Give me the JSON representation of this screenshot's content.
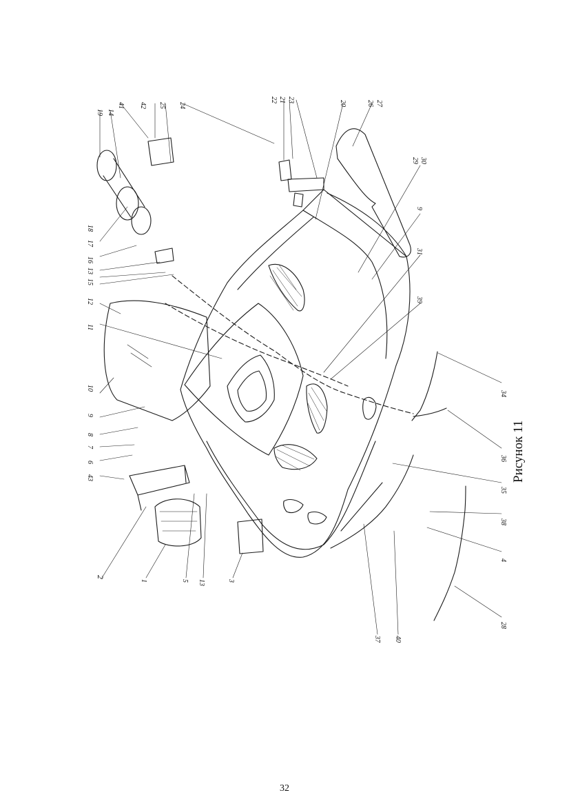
{
  "figure": {
    "caption": "Рисунок 11",
    "page_number": "32",
    "callouts_left": [
      "19",
      "14",
      "41",
      "42",
      "25",
      "24",
      "22",
      "21",
      "23",
      "20",
      "26",
      "27",
      "29",
      "30",
      "9",
      "31",
      "39",
      "34",
      "36",
      "35",
      "38",
      "4",
      "28",
      "40",
      "37",
      "18",
      "17",
      "16",
      "13",
      "15",
      "12",
      "11",
      "10",
      "9",
      "8",
      "7",
      "6",
      "43",
      "2",
      "1",
      "5",
      "13",
      "3"
    ]
  }
}
